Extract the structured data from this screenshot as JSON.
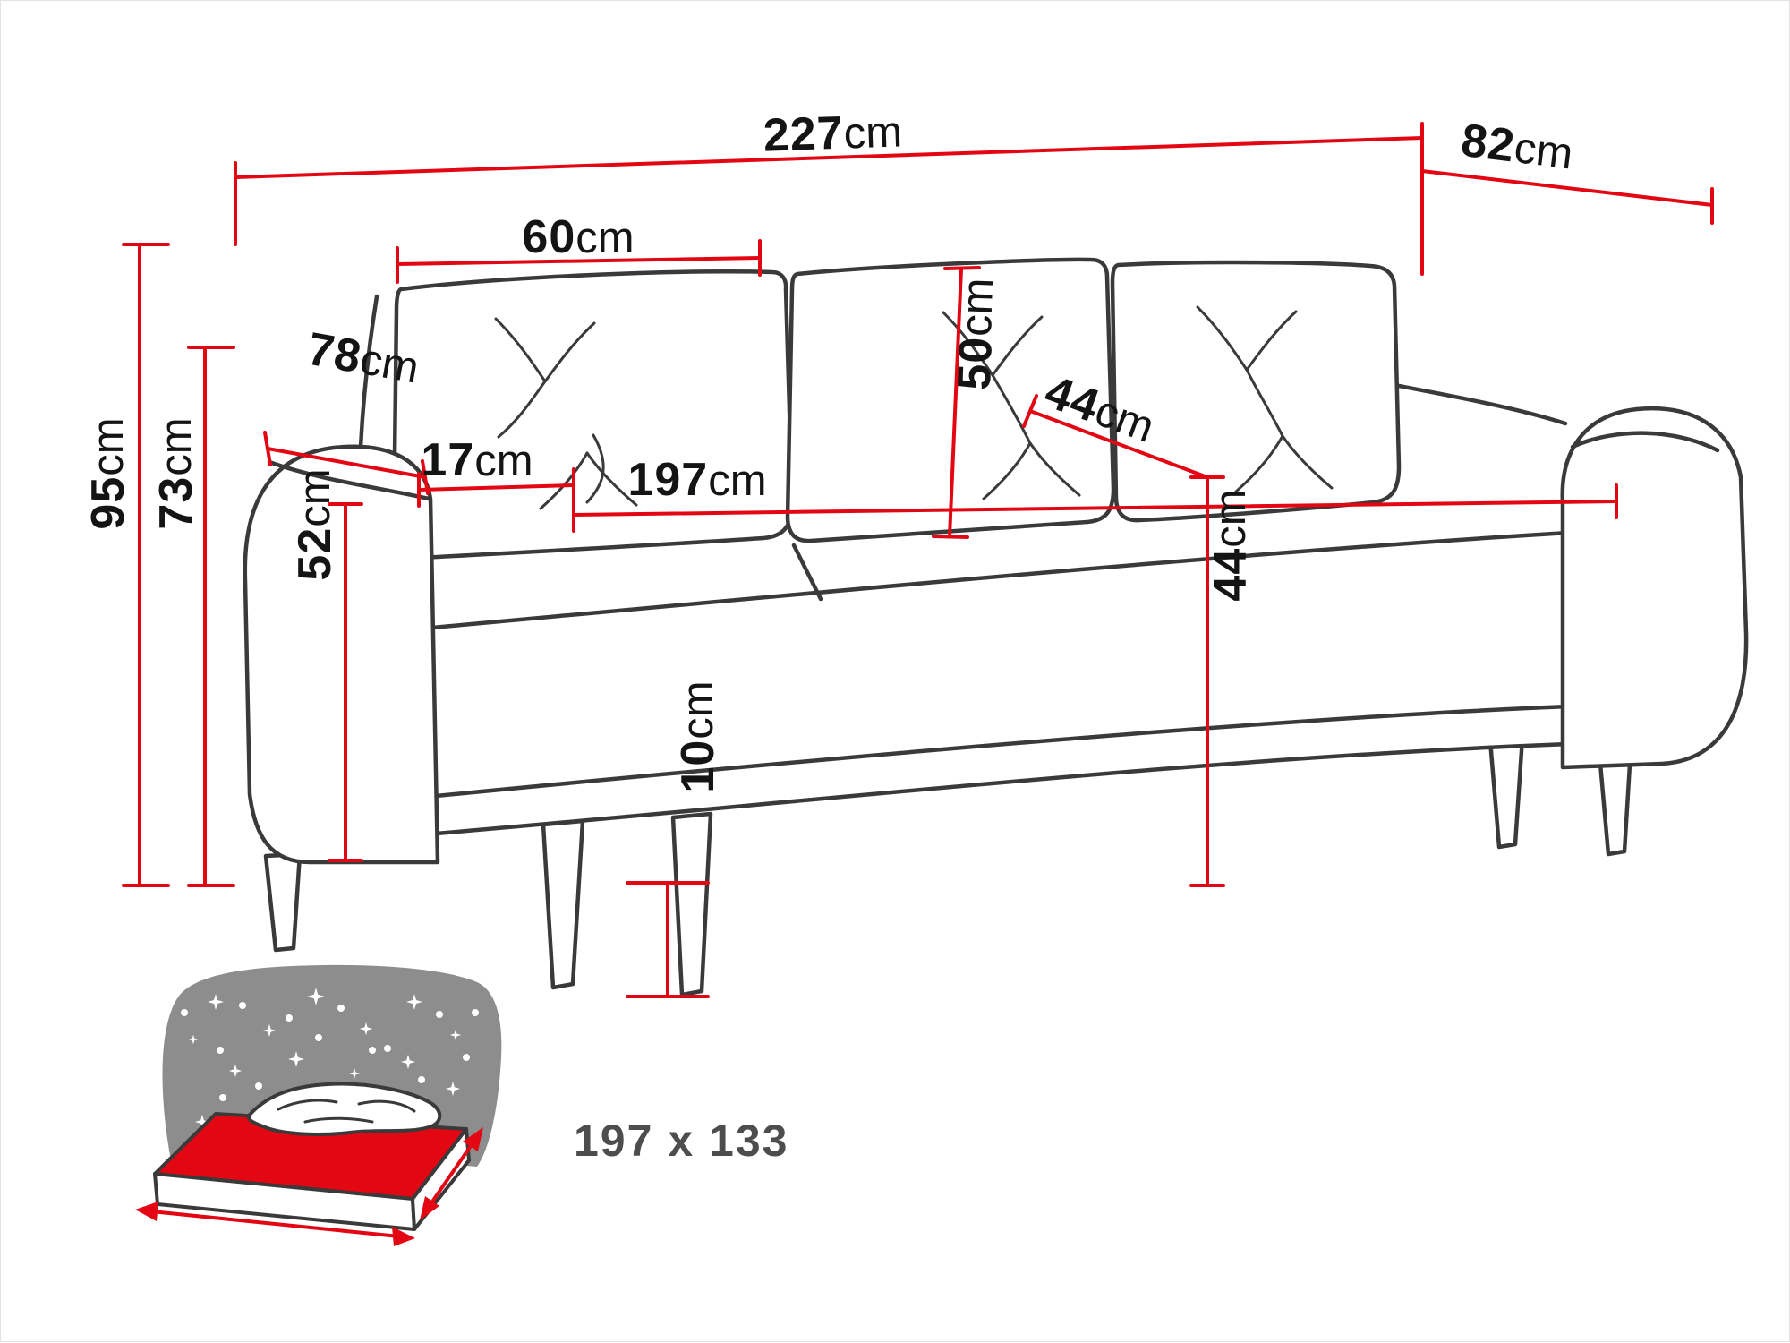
{
  "title": "Sofa dimension diagram",
  "colors": {
    "dimension_red": "#e30613",
    "sofa_outline": "#3a3a3a",
    "star_backdrop": "#8d8d8d",
    "sleeping_text": "#4d4d4d"
  },
  "dimensions": {
    "total_width": {
      "value": "227",
      "unit": "cm"
    },
    "depth": {
      "value": "82",
      "unit": "cm"
    },
    "cushion_width": {
      "value": "60",
      "unit": "cm"
    },
    "cushion_height": {
      "value": "50",
      "unit": "cm"
    },
    "armrest_depth": {
      "value": "78",
      "unit": "cm"
    },
    "total_height": {
      "value": "95",
      "unit": "cm"
    },
    "backrest_height": {
      "value": "73",
      "unit": "cm"
    },
    "armrest_width": {
      "value": "17",
      "unit": "cm"
    },
    "armrest_height": {
      "value": "52",
      "unit": "cm"
    },
    "seat_width": {
      "value": "197",
      "unit": "cm"
    },
    "seat_depth": {
      "value": "44",
      "unit": "cm"
    },
    "seat_height": {
      "value": "44",
      "unit": "cm"
    },
    "leg_height": {
      "value": "10",
      "unit": "cm"
    },
    "sleeping_area": {
      "value": "197 x 133"
    }
  }
}
